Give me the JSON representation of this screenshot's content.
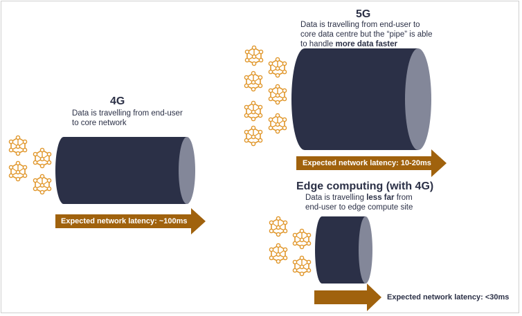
{
  "sections": {
    "g4": {
      "title": "4G",
      "desc_lines": [
        "Data is travelling from end-user",
        "to core network"
      ],
      "latency": "Expected network latency: ~100ms"
    },
    "g5": {
      "title": "5G",
      "desc_line1": "Data is travelling from end-user to",
      "desc_line2": "core data centre but the “pipe” is able",
      "desc_line3_pre": "to handle ",
      "desc_line3_bold": "more data faster",
      "latency": "Expected network latency: 10-20ms"
    },
    "edge": {
      "title": "Edge computing (with 4G)",
      "desc_line1_pre": "Data is travelling ",
      "desc_line1_bold": "less far",
      "desc_line1_post": " from",
      "desc_line2": "end-user to edge compute site",
      "latency": "Expected network latency: <30ms"
    }
  },
  "colors": {
    "pipe_body": "#2b3047",
    "pipe_end": "#838799",
    "arrow": "#a0620d",
    "node": "#e0962a",
    "text": "#2b3046"
  },
  "icons": {
    "node_icon": "network-node-icon"
  }
}
